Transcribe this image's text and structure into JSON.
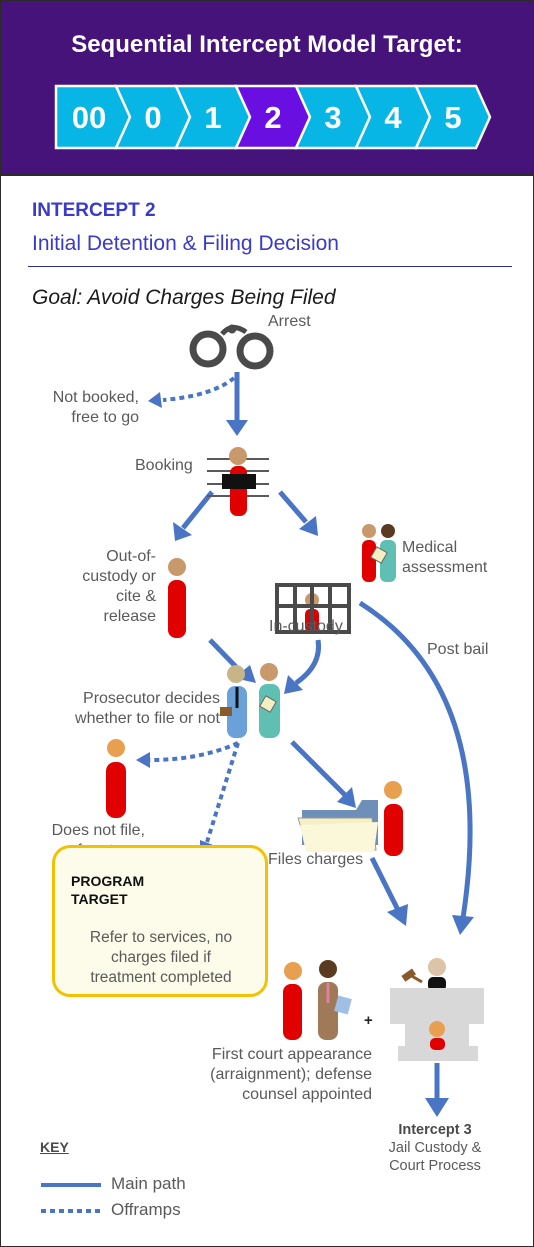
{
  "header": {
    "title": "Sequential Intercept Model Target:",
    "steps": [
      "00",
      "0",
      "1",
      "2",
      "3",
      "4",
      "5"
    ],
    "active_step": "2",
    "colors": {
      "background": "#46137a",
      "chevron": "#08b6e6",
      "chevron_active": "#6a0fe2"
    }
  },
  "intercept": {
    "heading": "INTERCEPT 2",
    "subheading": "Initial Detention & Filing Decision",
    "goal": "Goal: Avoid Charges Being Filed"
  },
  "flow": {
    "arrest": "Arrest",
    "not_booked": [
      "Not booked,",
      "free to go"
    ],
    "booking": "Booking",
    "out_of_custody": [
      "Out-of-",
      "custody or",
      "cite &",
      "release"
    ],
    "in_custody": "In-custody",
    "medical": [
      "Medical",
      "assessment"
    ],
    "post_bail": "Post bail",
    "prosecutor": [
      "Prosecutor decides",
      "whether to file or not"
    ],
    "does_not_file": [
      "Does not file,",
      "free to go"
    ],
    "files_charges": "Files charges",
    "first_court": [
      "First court appearance",
      "(arraignment); defense",
      "counsel appointed"
    ],
    "plus": "+",
    "next_intercept_title": "Intercept 3",
    "next_intercept_desc": [
      "Jail Custody &",
      "Court Process"
    ]
  },
  "program": {
    "title": [
      "PROGRAM",
      "TARGET"
    ],
    "description": [
      "Refer to services, no",
      "charges filed if",
      "treatment completed"
    ],
    "border_color": "#f2c200"
  },
  "key": {
    "title": "KEY",
    "main_path": "Main path",
    "offramps": "Offramps",
    "line_color": "#4a74c4"
  }
}
